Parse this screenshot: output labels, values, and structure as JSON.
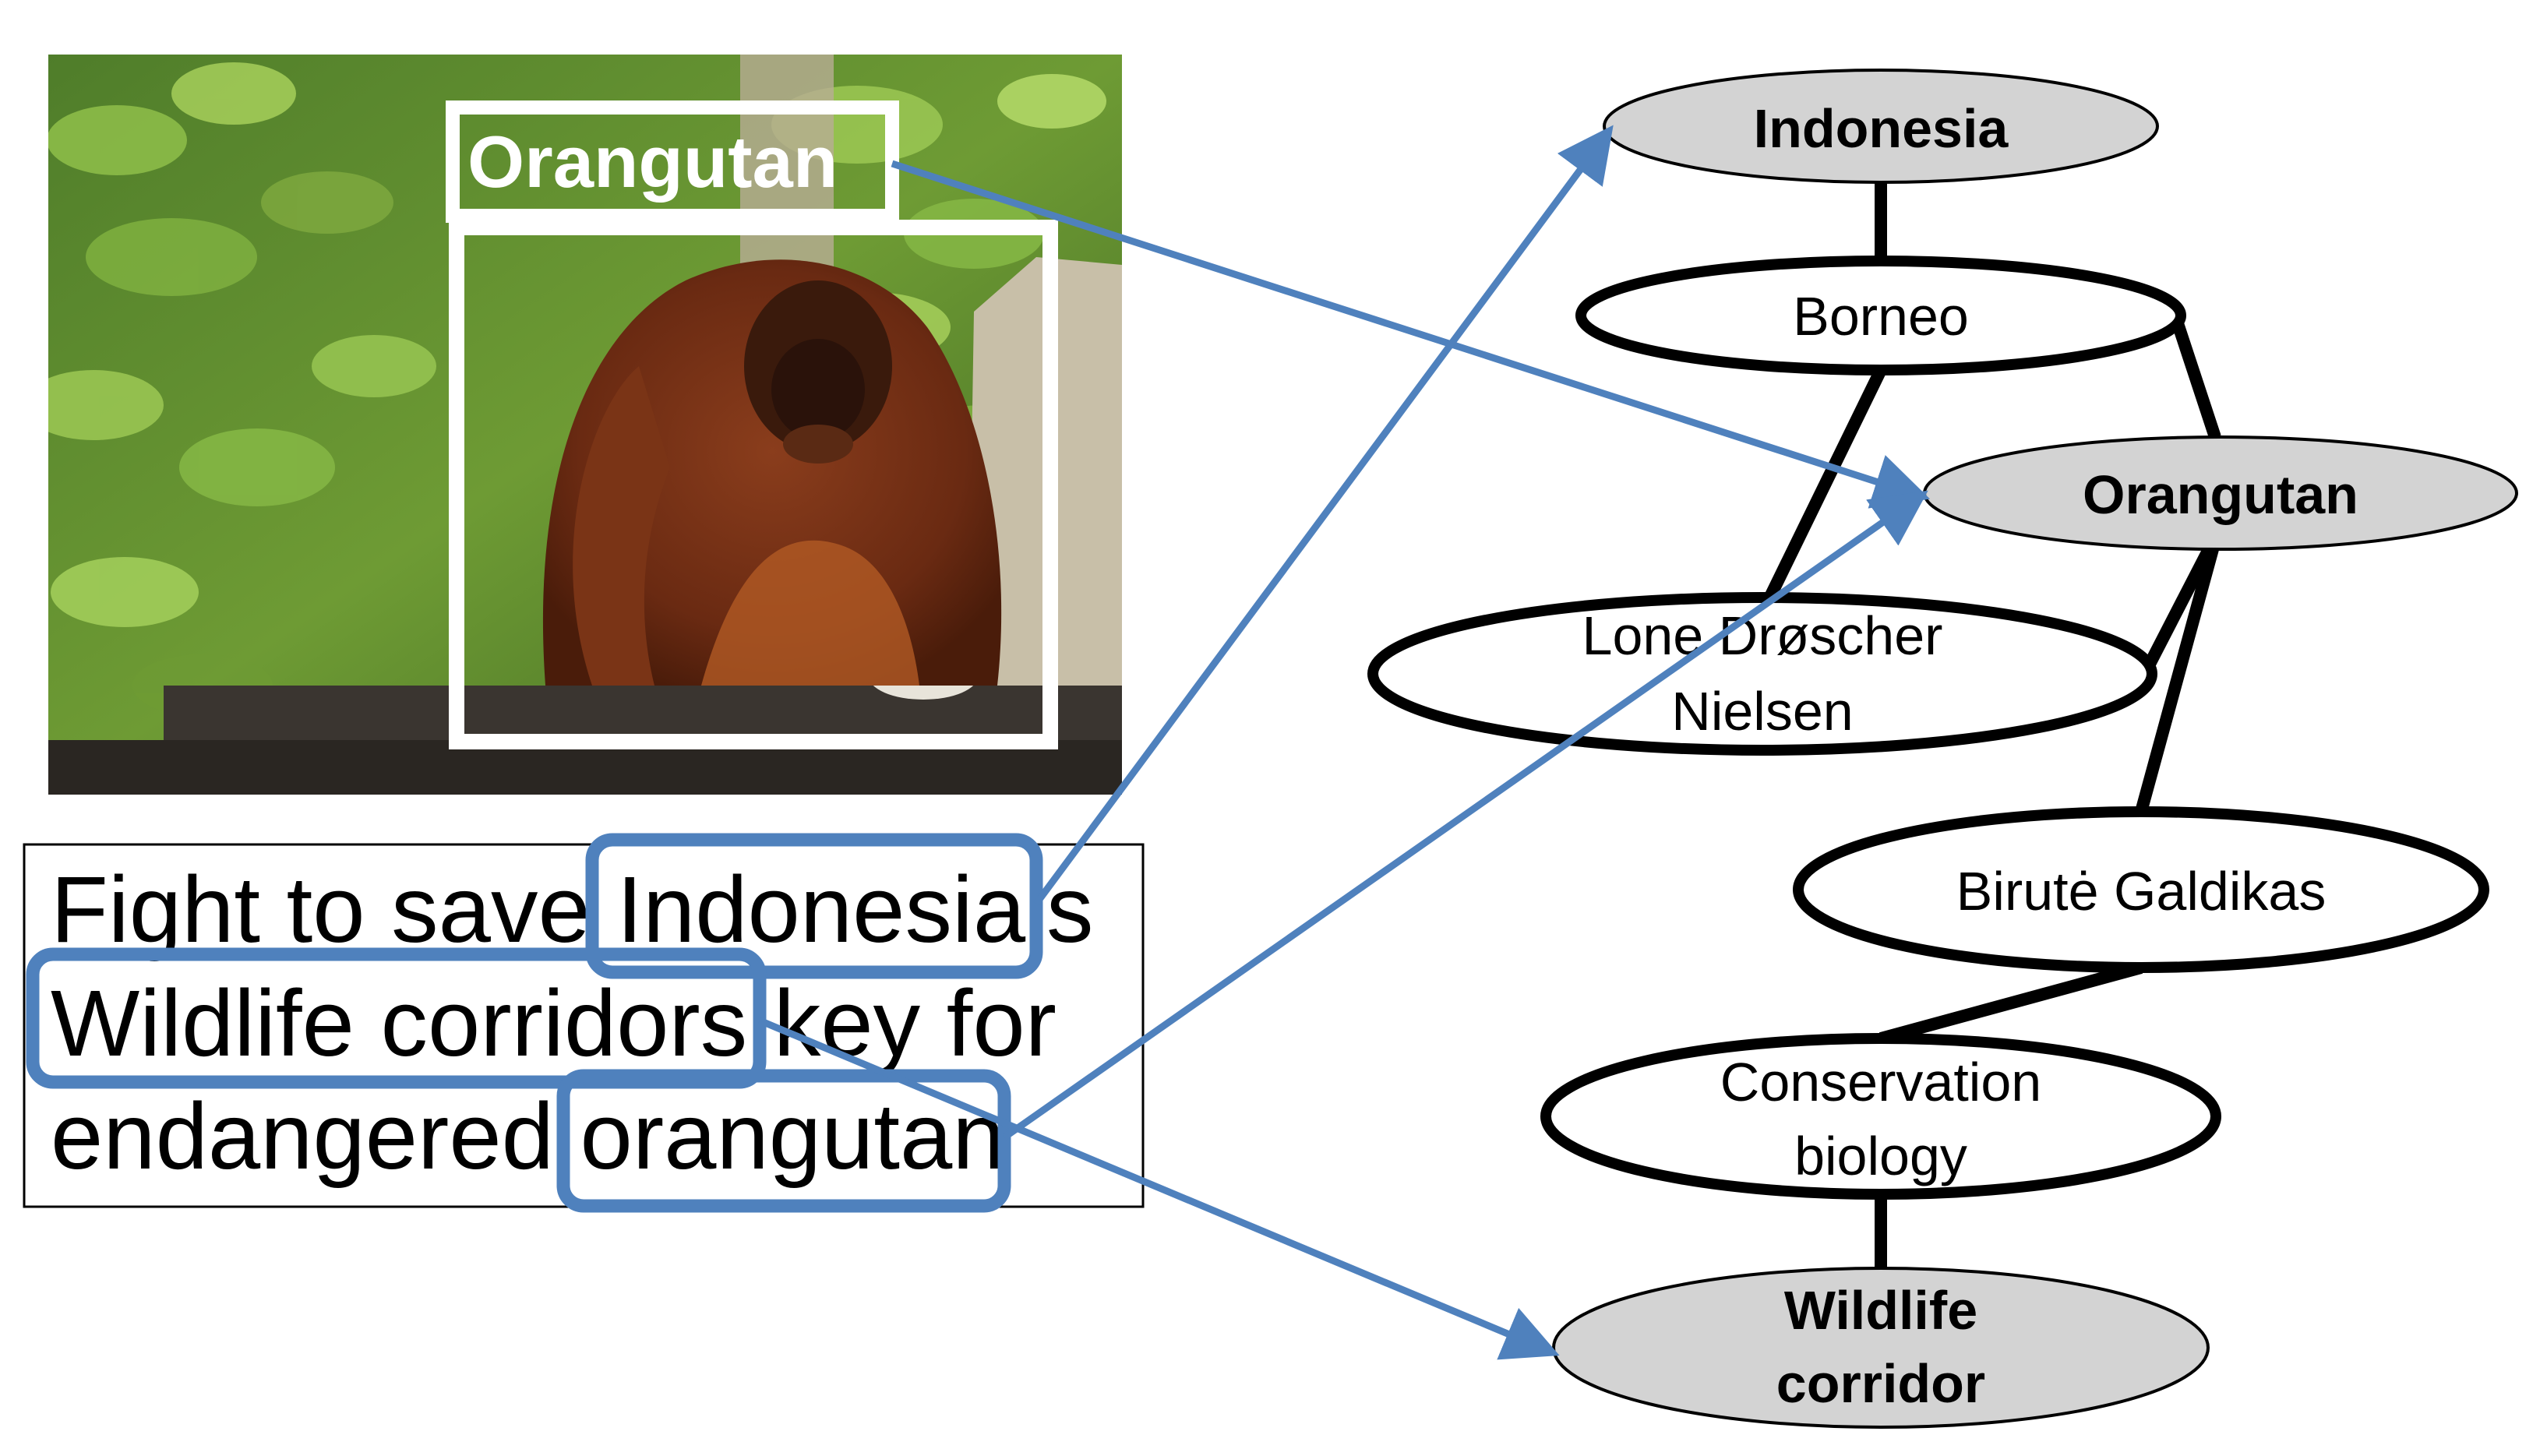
{
  "photo": {
    "label": "Orangutan",
    "subject": "orangutan"
  },
  "caption": {
    "lines": [
      "Fight to save Indonesia‘s",
      "Wildlife corridors key for",
      "endangered orangutan"
    ],
    "highlights": [
      "Indonesia‘s",
      "Wildlife corridors",
      "orangutan"
    ]
  },
  "graph": {
    "nodes": [
      {
        "id": "indonesia",
        "lines": [
          "Indonesia"
        ],
        "style": "entity"
      },
      {
        "id": "borneo",
        "lines": [
          "Borneo"
        ],
        "style": "hop"
      },
      {
        "id": "orangutan",
        "lines": [
          "Orangutan"
        ],
        "style": "entity"
      },
      {
        "id": "lone",
        "lines": [
          "Lone Drøscher",
          "Nielsen"
        ],
        "style": "hop"
      },
      {
        "id": "birute",
        "lines": [
          "Birutė Galdikas"
        ],
        "style": "hop"
      },
      {
        "id": "conservation",
        "lines": [
          "Conservation",
          "biology"
        ],
        "style": "hop"
      },
      {
        "id": "wildlife",
        "lines": [
          "Wildlife",
          "corridor"
        ],
        "style": "entity"
      }
    ],
    "edges": [
      [
        "indonesia",
        "borneo"
      ],
      [
        "borneo",
        "orangutan"
      ],
      [
        "borneo",
        "lone"
      ],
      [
        "lone",
        "orangutan"
      ],
      [
        "orangutan",
        "birute"
      ],
      [
        "birute",
        "conservation"
      ],
      [
        "conservation",
        "wildlife"
      ]
    ]
  },
  "links": [
    {
      "from": "photo-label",
      "to": "orangutan"
    },
    {
      "from": "caption-indonesia",
      "to": "indonesia"
    },
    {
      "from": "caption-orangutan",
      "to": "orangutan"
    },
    {
      "from": "caption-wildlife",
      "to": "wildlife"
    }
  ],
  "colors": {
    "link": "#4f81bd",
    "entity_fill": "#d3d3d3",
    "hop_fill": "#ffffff",
    "edge": "#000000"
  }
}
